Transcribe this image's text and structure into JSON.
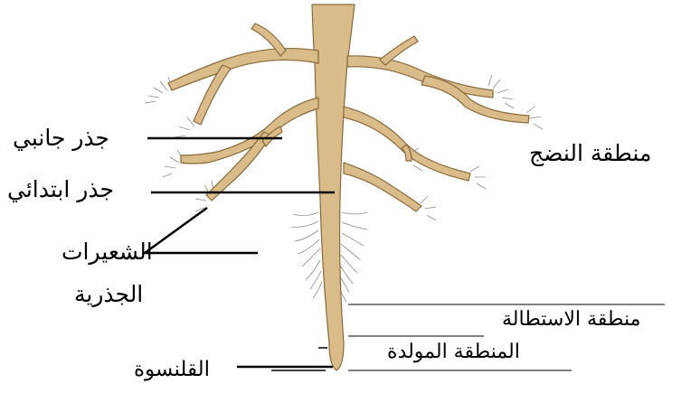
{
  "labels": {
    "lateral_root": "جذر جانبي",
    "primary_root": "جذر ابتدائي",
    "root_hairs_line1": "الشعيرات",
    "root_hairs_line2": "الجذرية",
    "root_cap": "القلنسوة",
    "maturation_zone": "منطقة النضج",
    "elongation_zone": "منطقة الاستطالة",
    "meristem_zone": "المنطقة المولدة"
  },
  "colors": {
    "root_fill": "#d9bc8a",
    "root_stroke": "#8a6a3a",
    "hair": "#8c8c8c",
    "line": "#000000"
  }
}
